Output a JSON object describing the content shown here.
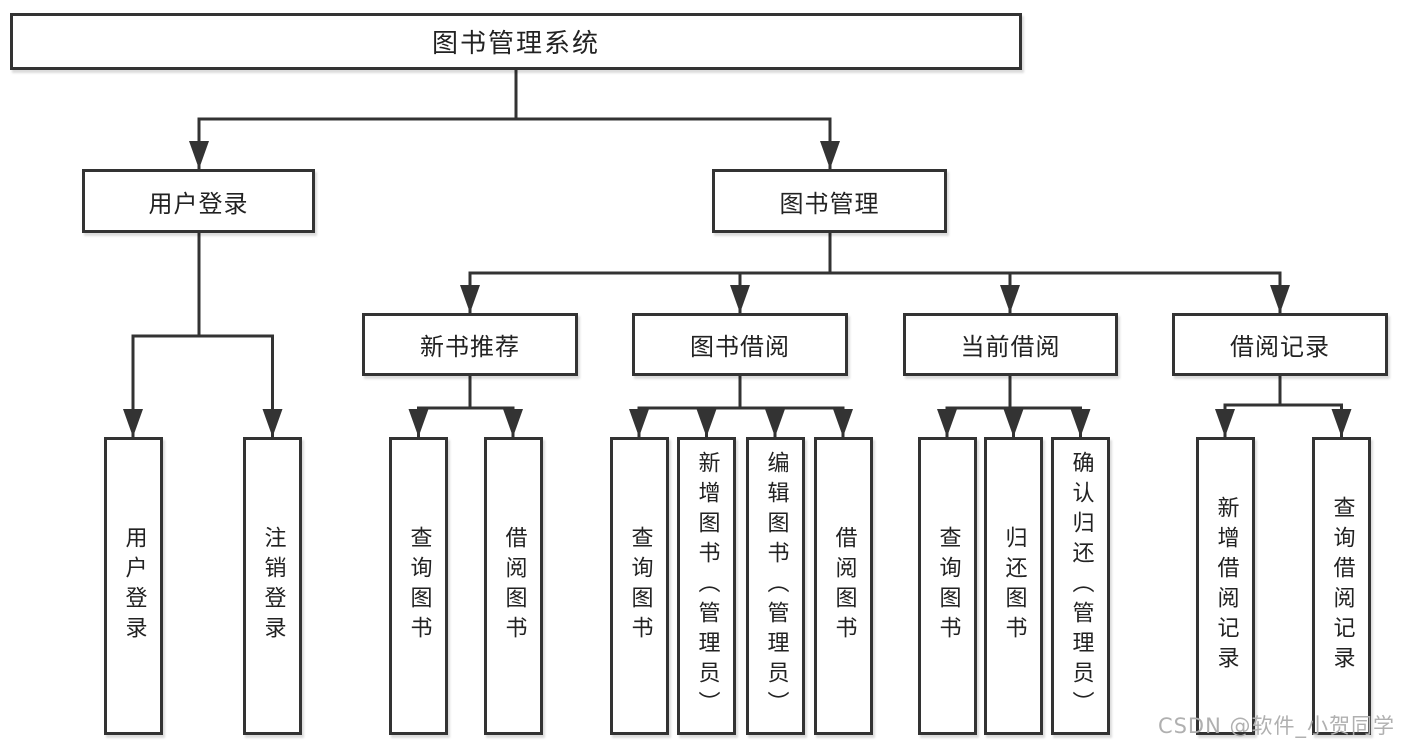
{
  "page": {
    "watermark": "CSDN @软件_小贺同学"
  },
  "colors": {
    "line": "#333333",
    "box_border": "#333333",
    "box_fill": "#ffffff",
    "text": "#222222",
    "watermark": "#b0b0b0"
  },
  "tree": {
    "root": {
      "label": "图书管理系统"
    },
    "level2": [
      {
        "label": "用户登录"
      },
      {
        "label": "图书管理"
      }
    ],
    "level3": [
      {
        "label": "新书推荐",
        "parent": "图书管理"
      },
      {
        "label": "图书借阅",
        "parent": "图书管理"
      },
      {
        "label": "当前借阅",
        "parent": "图书管理"
      },
      {
        "label": "借阅记录",
        "parent": "图书管理"
      }
    ],
    "leaves": [
      {
        "label": "用户登录",
        "parent": "用户登录"
      },
      {
        "label": "注销登录",
        "parent": "用户登录"
      },
      {
        "label": "查询图书",
        "parent": "新书推荐"
      },
      {
        "label": "借阅图书",
        "parent": "新书推荐"
      },
      {
        "label": "查询图书",
        "parent": "图书借阅"
      },
      {
        "label": "新增图书（管理员）",
        "parent": "图书借阅"
      },
      {
        "label": "编辑图书（管理员）",
        "parent": "图书借阅"
      },
      {
        "label": "借阅图书",
        "parent": "图书借阅"
      },
      {
        "label": "查询图书",
        "parent": "当前借阅"
      },
      {
        "label": "归还图书",
        "parent": "当前借阅"
      },
      {
        "label": "确认归还（管理员）",
        "parent": "当前借阅"
      },
      {
        "label": "新增借阅记录",
        "parent": "借阅记录"
      },
      {
        "label": "查询借阅记录",
        "parent": "借阅记录"
      }
    ]
  }
}
